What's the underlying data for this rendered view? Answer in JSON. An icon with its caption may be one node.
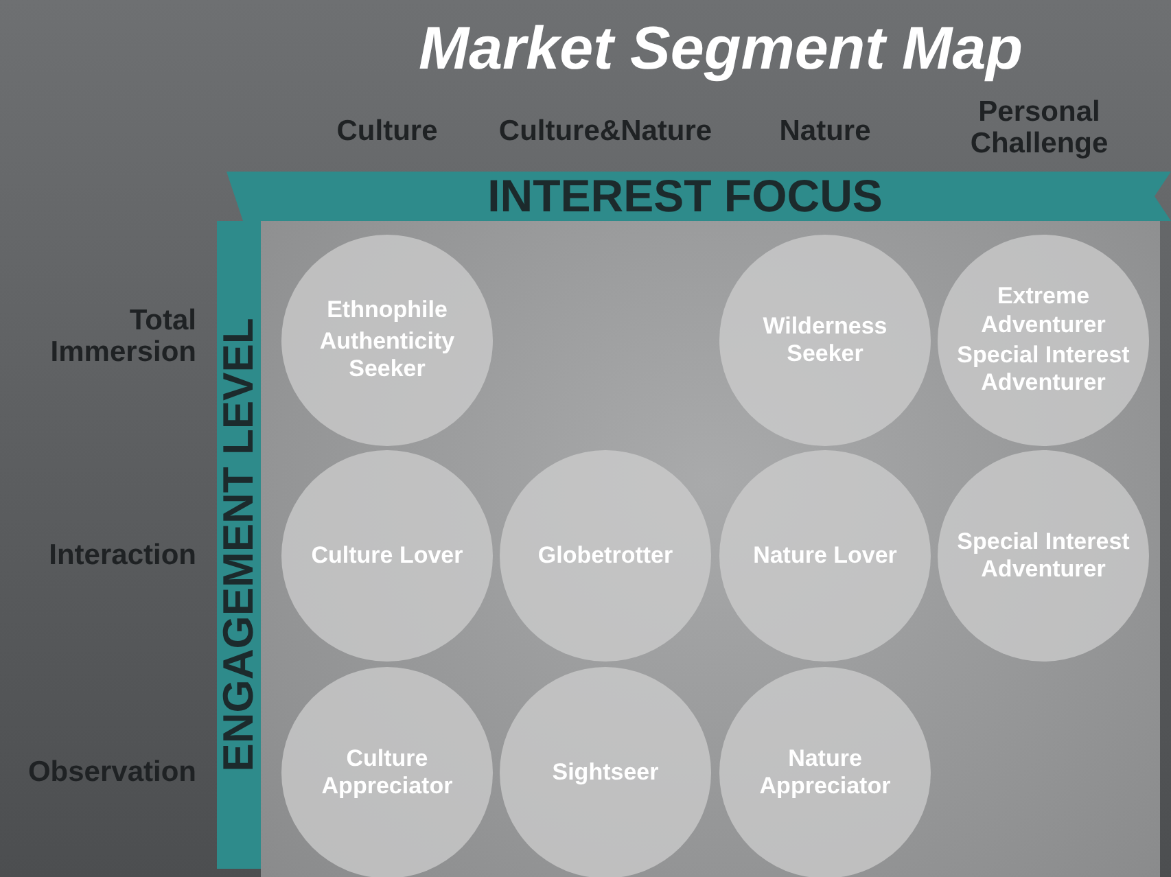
{
  "diagram": {
    "title": "Market Segment Map",
    "nodes": [
      {
        "text": [
          "INTEREST FOCUS"
        ]
      },
      {
        "text": [
          "ENGAGEMENT LEVEL"
        ]
      },
      {
        "text": [
          "Ethnophile",
          "Authenticity Seeker"
        ]
      },
      {
        "text": [
          "Wilderness Seeker"
        ]
      },
      {
        "text": [
          "Extreme Adventurer",
          "Special Interest Adventurer"
        ]
      },
      {
        "text": [
          "Culture Lover"
        ]
      },
      {
        "text": [
          "Globetrotter"
        ]
      },
      {
        "text": [
          "Nature Lover"
        ]
      },
      {
        "text": [
          "Special Interest Adventurer"
        ]
      },
      {
        "text": [
          "Culture Appreciator"
        ]
      },
      {
        "text": [
          "Sightseer"
        ]
      },
      {
        "text": [
          "Nature Appreciator"
        ]
      }
    ],
    "labels": [
      "Culture",
      "Culture&Nature",
      "Nature",
      "Personal Challenge",
      "Total Immersion",
      "Interaction",
      "Observation"
    ]
  }
}
